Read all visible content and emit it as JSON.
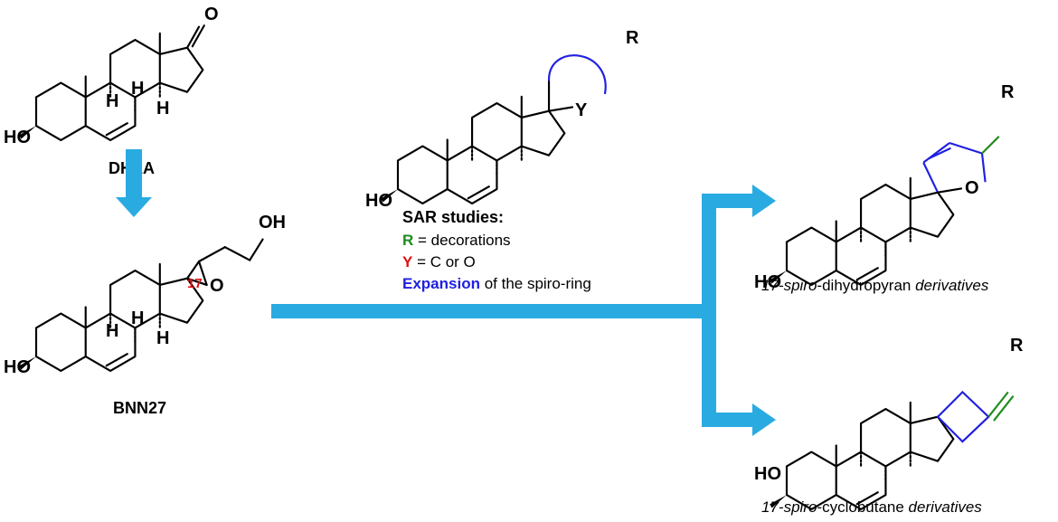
{
  "colors": {
    "arrow": "#29abe2",
    "r_group": "#1e8c1e",
    "y_group": "#e01010",
    "ring_blue": "#2020e0",
    "bond": "#000000"
  },
  "atoms": {
    "O": "O",
    "HO": "HO",
    "H": "H",
    "OH": "OH",
    "R": "R",
    "Y": "Y"
  },
  "compounds": {
    "dhea": "DHEA",
    "bnn27": "BNN27",
    "position_17": "17"
  },
  "sar": {
    "title": "SAR studies:",
    "r_symbol": "R",
    "r_text": " = decorations",
    "y_symbol": "Y",
    "y_text": " = C or O",
    "expansion_word": "Expansion",
    "expansion_text": " of the spiro-ring"
  },
  "products": {
    "dihydropyran": {
      "prefix": "17-spiro",
      "middle": "-dihydropyran ",
      "suffix": "derivatives"
    },
    "cyclobutane": {
      "prefix": "17-spiro",
      "middle": "-cyclobutane ",
      "suffix": "derivatives"
    }
  }
}
